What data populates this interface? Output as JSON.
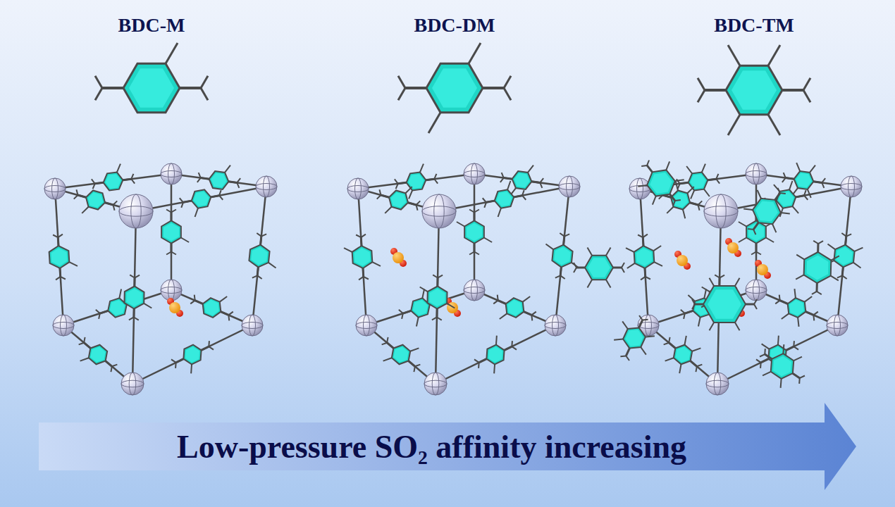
{
  "diagram": {
    "nodes": [
      {
        "text": [
          "Low-pressure SO₂ affinity increasing"
        ]
      }
    ],
    "labels": [
      "BDC-M",
      "BDC-DM",
      "BDC-TM"
    ]
  }
}
